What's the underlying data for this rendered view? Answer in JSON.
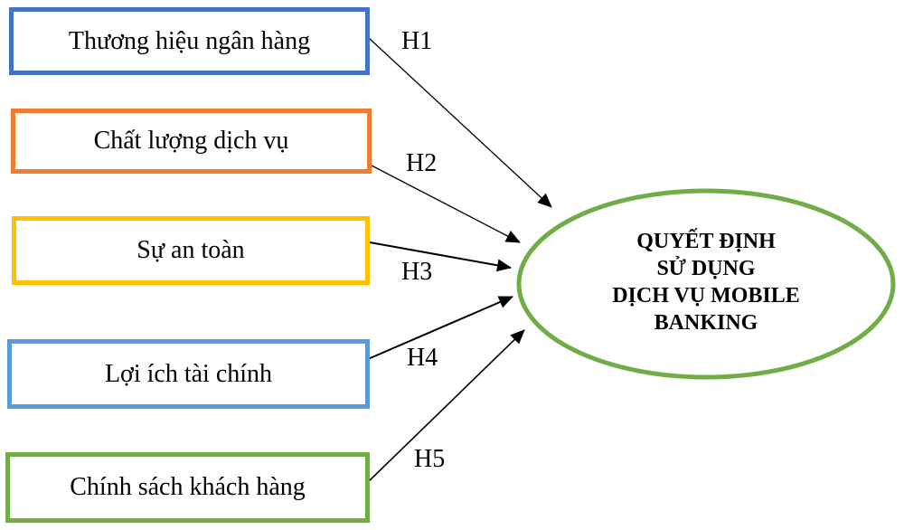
{
  "diagram": {
    "factors": [
      {
        "id": "b1",
        "label": "Thương hiệu ngân hàng",
        "color": "#4472C4"
      },
      {
        "id": "b2",
        "label": "Chất lượng dịch vụ",
        "color": "#ED7D31"
      },
      {
        "id": "b3",
        "label": "Sự an toàn",
        "color": "#FFC000"
      },
      {
        "id": "b4",
        "label": "Lợi ích tài chính",
        "color": "#5B9BD5"
      },
      {
        "id": "b5",
        "label": "Chính sách khách hàng",
        "color": "#70AD47"
      }
    ],
    "hypotheses": [
      "H1",
      "H2",
      "H3",
      "H4",
      "H5"
    ],
    "outcome": {
      "lines": [
        "QUYẾT ĐỊNH",
        "SỬ DỤNG",
        "DỊCH VỤ MOBILE",
        "BANKING"
      ],
      "color": "#70AD47"
    },
    "relations": [
      {
        "from": "Thương hiệu ngân hàng",
        "to": "outcome",
        "label": "H1"
      },
      {
        "from": "Chất lượng dịch vụ",
        "to": "outcome",
        "label": "H2"
      },
      {
        "from": "Sự an toàn",
        "to": "outcome",
        "label": "H3"
      },
      {
        "from": "Lợi ích tài chính",
        "to": "outcome",
        "label": "H4"
      },
      {
        "from": "Chính sách khách hàng",
        "to": "outcome",
        "label": "H5"
      }
    ]
  }
}
